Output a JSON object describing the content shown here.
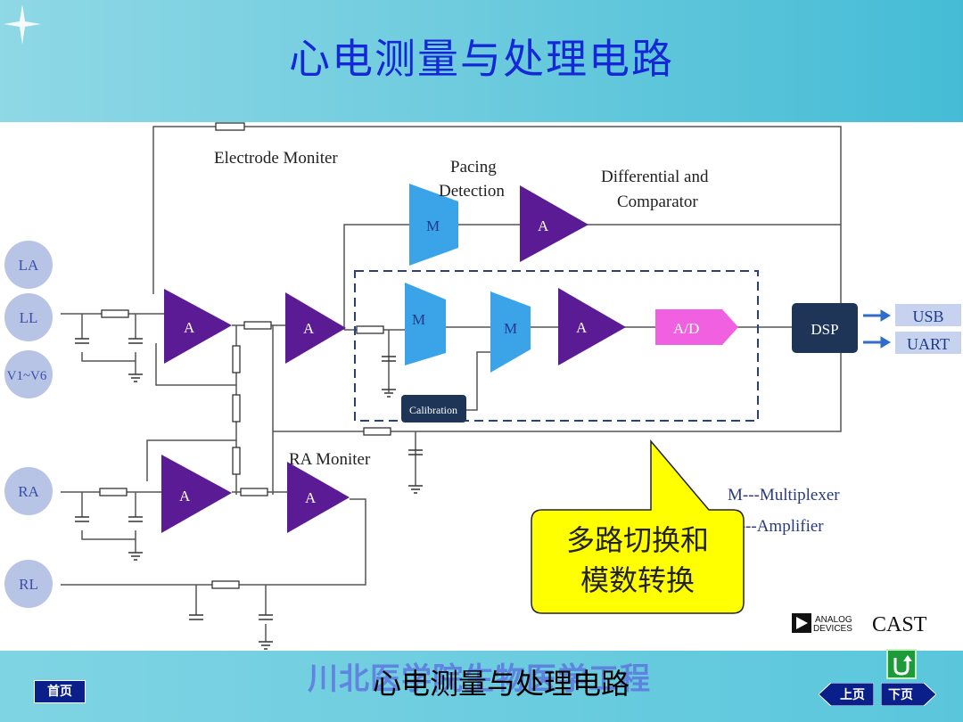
{
  "slide": {
    "title": "心电测量与处理电路"
  },
  "diagram": {
    "electrode_monitor_label": "Electrode   Moniter",
    "pacing_label_1": "Pacing",
    "pacing_label_2": "Detection",
    "diff_label_1": "Differential and",
    "diff_label_2": "Comparator",
    "leads": [
      "LA",
      "LL",
      "V1~V6",
      "RA",
      "RL"
    ],
    "amp_label": "A",
    "mux_label": "M",
    "adc_label": "A/D",
    "dsp_label": "DSP",
    "calibration_label": "Calibration",
    "ra_monitor_label": "RA   Moniter",
    "outputs": [
      "USB",
      "UART"
    ],
    "legend_m": "M---Multiplexer",
    "legend_a": "A---Amplifier",
    "callout_line1": "多路切换和",
    "callout_line2": "模数转换",
    "logo_line1": "ANALOG",
    "logo_line2": "DEVICES",
    "logo_cast": "CAST"
  },
  "footer": {
    "home_label": "首页",
    "background_text": "川北医学院生物医学工程",
    "overlay_text": "心电测量与处理电路",
    "prev_label": "上页",
    "next_label": "下页"
  },
  "colors": {
    "title": "#1428d8",
    "amplifier": "#5b1b94",
    "multiplexer": "#3ba4e8",
    "adc": "#f060e0",
    "dsp": "#1e3558",
    "lead_circle": "#b7c4e6",
    "callout": "#ffff00"
  }
}
